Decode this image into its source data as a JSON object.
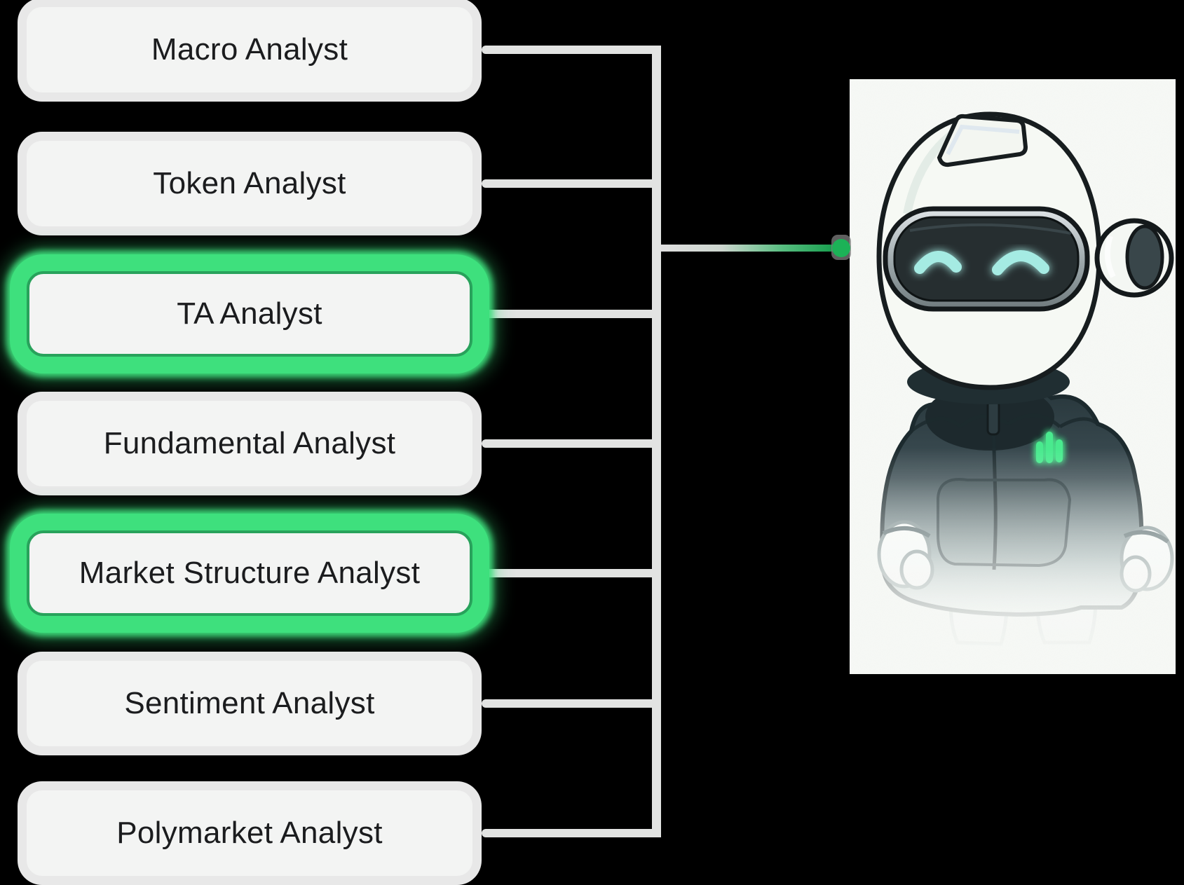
{
  "page": {
    "background": "#000000"
  },
  "diagram": {
    "nodes": [
      {
        "label": "Macro Analyst",
        "highlighted": false
      },
      {
        "label": "Token Analyst",
        "highlighted": false
      },
      {
        "label": "TA Analyst",
        "highlighted": true
      },
      {
        "label": "Fundamental Analyst",
        "highlighted": false
      },
      {
        "label": "Market Structure Analyst",
        "highlighted": true
      },
      {
        "label": "Sentiment Analyst",
        "highlighted": false
      },
      {
        "label": "Polymarket Analyst",
        "highlighted": false
      }
    ],
    "colors": {
      "node_fill": "#f3f4f3",
      "node_ring": "#e8e8e8",
      "node_text": "#1b1c1e",
      "highlight_glow": "#3ee07d",
      "highlight_border": "#28a25b",
      "connector_gray": "#e2e3e2",
      "connector_green": "#169e4d",
      "endpoint_dot": "#1cb257",
      "panel_background": "#f7f9f6",
      "eye_glow": "#a5ebe3",
      "chest_bars_green": "#49ea8e"
    },
    "mascot": {
      "alt": "Robot mascot with round white helmet, dark visor with glowing cyan smiling eyes, side ear disc, wearing a dark hoodie with glowing green chart bars on the chest, fading to white at the bottom"
    }
  }
}
